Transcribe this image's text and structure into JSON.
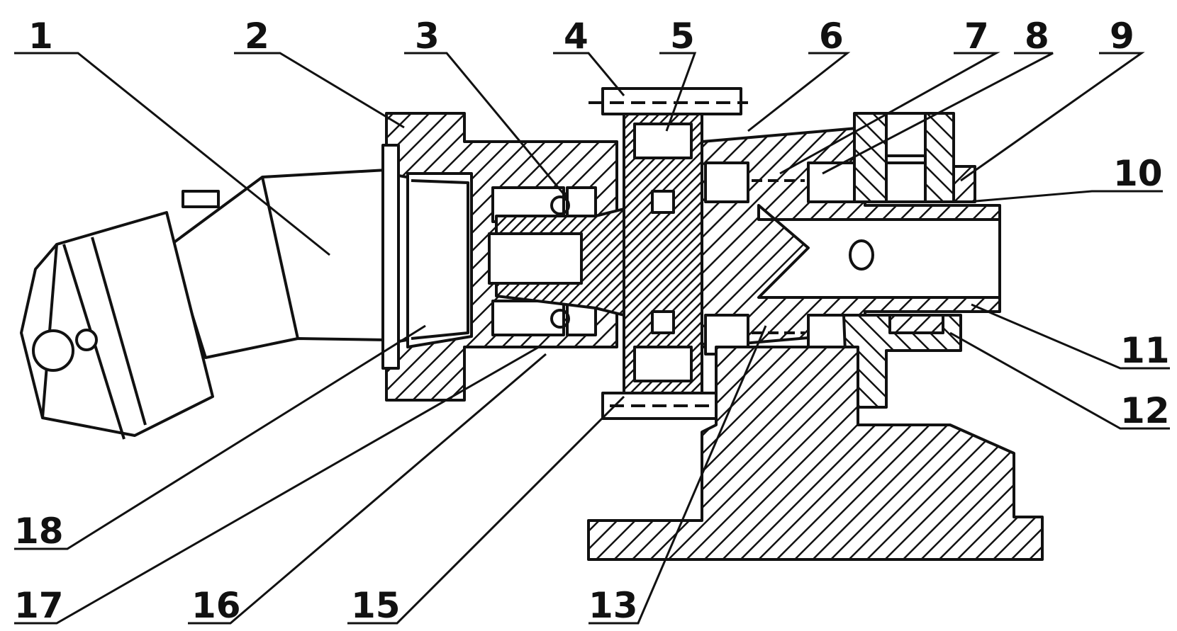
{
  "callouts": {
    "c1": "1",
    "c2": "2",
    "c3": "3",
    "c4": "4",
    "c5": "5",
    "c6": "6",
    "c7": "7",
    "c8": "8",
    "c9": "9",
    "c10": "10",
    "c11": "11",
    "c12": "12",
    "c13": "13",
    "c15": "15",
    "c16": "16",
    "c17": "17",
    "c18": "18"
  },
  "colors": {
    "ink": "#111111",
    "hatch": "#111111",
    "paper": "#ffffff"
  }
}
